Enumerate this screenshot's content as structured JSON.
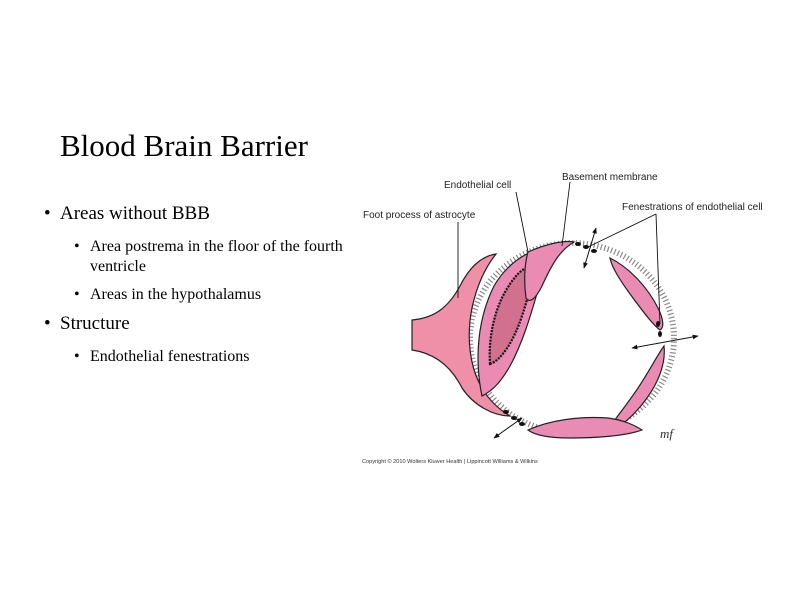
{
  "slide": {
    "title": "Blood Brain Barrier",
    "bullets": [
      {
        "text": "Areas without BBB",
        "sub": [
          "Area postrema in the floor of the fourth ventricle",
          "Areas in the hypothalamus"
        ]
      },
      {
        "text": "Structure",
        "sub": [
          "Endothelial fenestrations"
        ]
      }
    ]
  },
  "figure": {
    "labels": {
      "endothelial_cell": "Endothelial cell",
      "basement_membrane": "Basement membrane",
      "foot_process": "Foot process of astrocyte",
      "fenestrations": "Fenestrations of endothelial cell"
    },
    "copyright": "Copyright © 2010 Wolters Kluwer Health | Lippincott Williams & Wilkins",
    "signature": "mf",
    "colors": {
      "cell_fill": "#ea8bb4",
      "astrocyte_fill": "#ef8fa8",
      "nucleus_fill": "#d2708f",
      "outline": "#111111"
    }
  }
}
